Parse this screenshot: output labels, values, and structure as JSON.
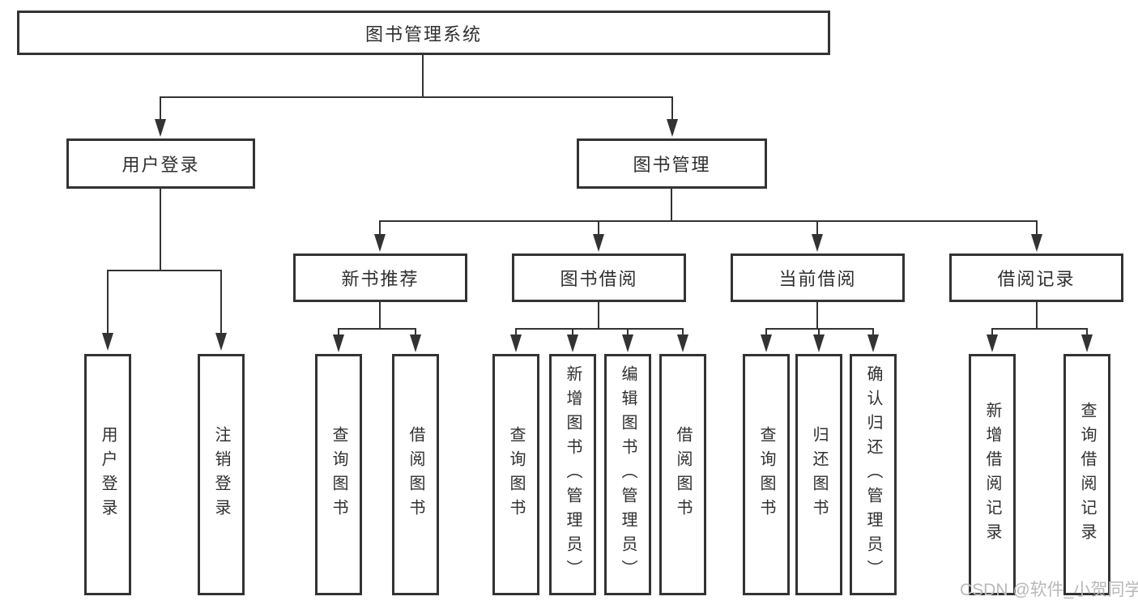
{
  "diagram": {
    "root": {
      "label": "图书管理系统"
    },
    "level2": [
      {
        "label": "用户登录"
      },
      {
        "label": "图书管理"
      }
    ],
    "level3": [
      {
        "label": "新书推荐"
      },
      {
        "label": "图书借阅"
      },
      {
        "label": "当前借阅"
      },
      {
        "label": "借阅记录"
      }
    ],
    "leaves": {
      "user_login": [
        "用户登录",
        "注销登录"
      ],
      "new_book": [
        "查询图书",
        "借阅图书"
      ],
      "book_borrow": [
        "查询图书",
        "新增图书（管理员）",
        "编辑图书（管理员）",
        "借阅图书"
      ],
      "current_borrow": [
        "查询图书",
        "归还图书",
        "确认归还（管理员）"
      ],
      "borrow_records": [
        "新增借阅记录",
        "查询借阅记录"
      ]
    }
  },
  "watermark": {
    "text": "CSDN @软件_小贺同学",
    "color": "#b9b9b9"
  },
  "colors": {
    "line": "#333333",
    "box_border": "#333333",
    "text": "#2f2f2f",
    "background": "#ffffff"
  }
}
